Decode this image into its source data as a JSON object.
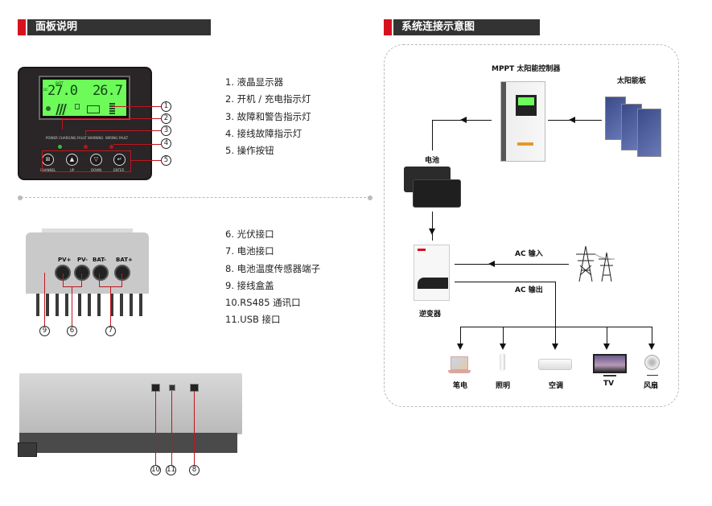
{
  "left_section": {
    "title": "面板说明",
    "panel_items": [
      "1.  液晶显示器",
      "2.  开机 / 充电指示灯",
      "3.  故障和警告指示灯",
      "4.  接线故障指示灯",
      "5.  操作按钮"
    ],
    "port_items": [
      "6.  光伏接口",
      "7.  电池接口",
      "8.  电池温度传感器端子",
      "9.  接线盒盖",
      "10.RS485 通讯口",
      "11.USB 接口"
    ],
    "lcd": {
      "left_value": "27.0",
      "right_value": "26.7",
      "batt_label": "BATT",
      "dc_label": "DC"
    },
    "indicator_labels": {
      "power_charging": "POWER  CHARGING",
      "fault_warning": "FAULT  WARNING",
      "wiring_fault": "WIRING FAULT"
    },
    "buttons": [
      {
        "label": "CHANNEL",
        "icon": "grid-icon",
        "glyph": "⊞"
      },
      {
        "label": "UP",
        "icon": "up-triangle-icon",
        "glyph": "▲"
      },
      {
        "label": "DOWN",
        "icon": "down-triangle-icon",
        "glyph": "▽"
      },
      {
        "label": "ENTER",
        "icon": "enter-icon",
        "glyph": "↵"
      }
    ],
    "callouts_panel": [
      "1",
      "2",
      "3",
      "4",
      "5"
    ],
    "side_ports": [
      "PV+",
      "PV-",
      "BAT-",
      "BAT+"
    ],
    "callouts_side": [
      "9",
      "6",
      "7"
    ],
    "callouts_bottom": [
      "10",
      "11",
      "8"
    ],
    "colors": {
      "accent_red": "#d7121f",
      "header_dark": "#333333",
      "lcd_green": "#6dfb5a",
      "led_green": "#2fbf3a",
      "led_red": "#b8141c"
    }
  },
  "right_section": {
    "title": "系统连接示意图",
    "controller_label": "MPPT 太阳能控制器",
    "solar_label": "太阳能板",
    "battery_label": "电池",
    "inverter_label": "逆变器",
    "ac_in_label": "AC 输入",
    "ac_out_label": "AC 输出",
    "loads": [
      "笔电",
      "照明",
      "空调",
      "TV",
      "风扇"
    ]
  }
}
